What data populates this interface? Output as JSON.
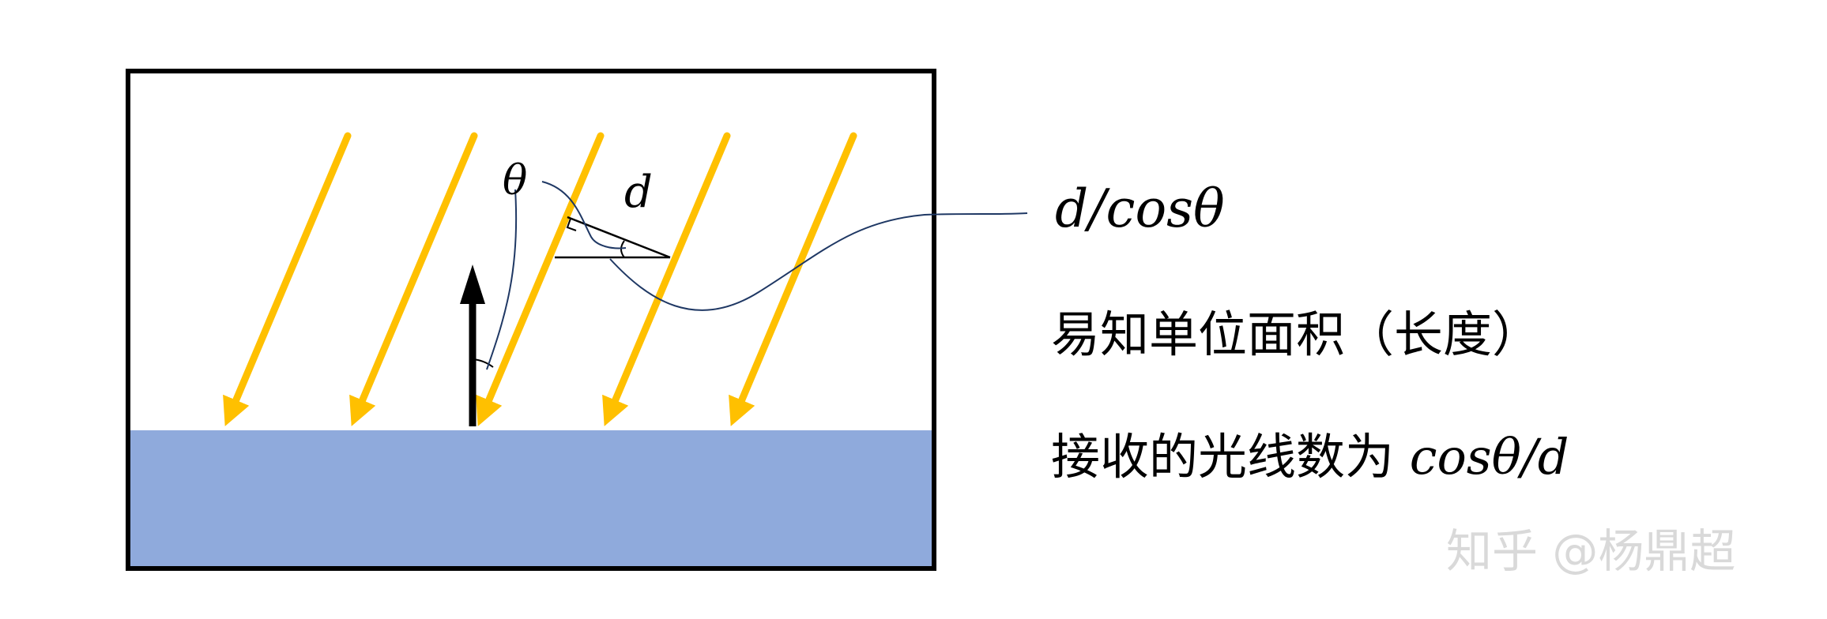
{
  "diagram": {
    "labels": {
      "theta": "θ",
      "d": "d"
    },
    "formula": {
      "d_over_cos": "d/cosθ",
      "line2": "易知单位面积（长度）",
      "line3_prefix": "接收的光线数为 ",
      "line3_math": "cosθ/d"
    },
    "watermark": "知乎 @杨鼎超",
    "colors": {
      "ray": "#FFC000",
      "ground": "#8FAADC",
      "frame": "#000000",
      "leader": "#1F3864"
    }
  }
}
